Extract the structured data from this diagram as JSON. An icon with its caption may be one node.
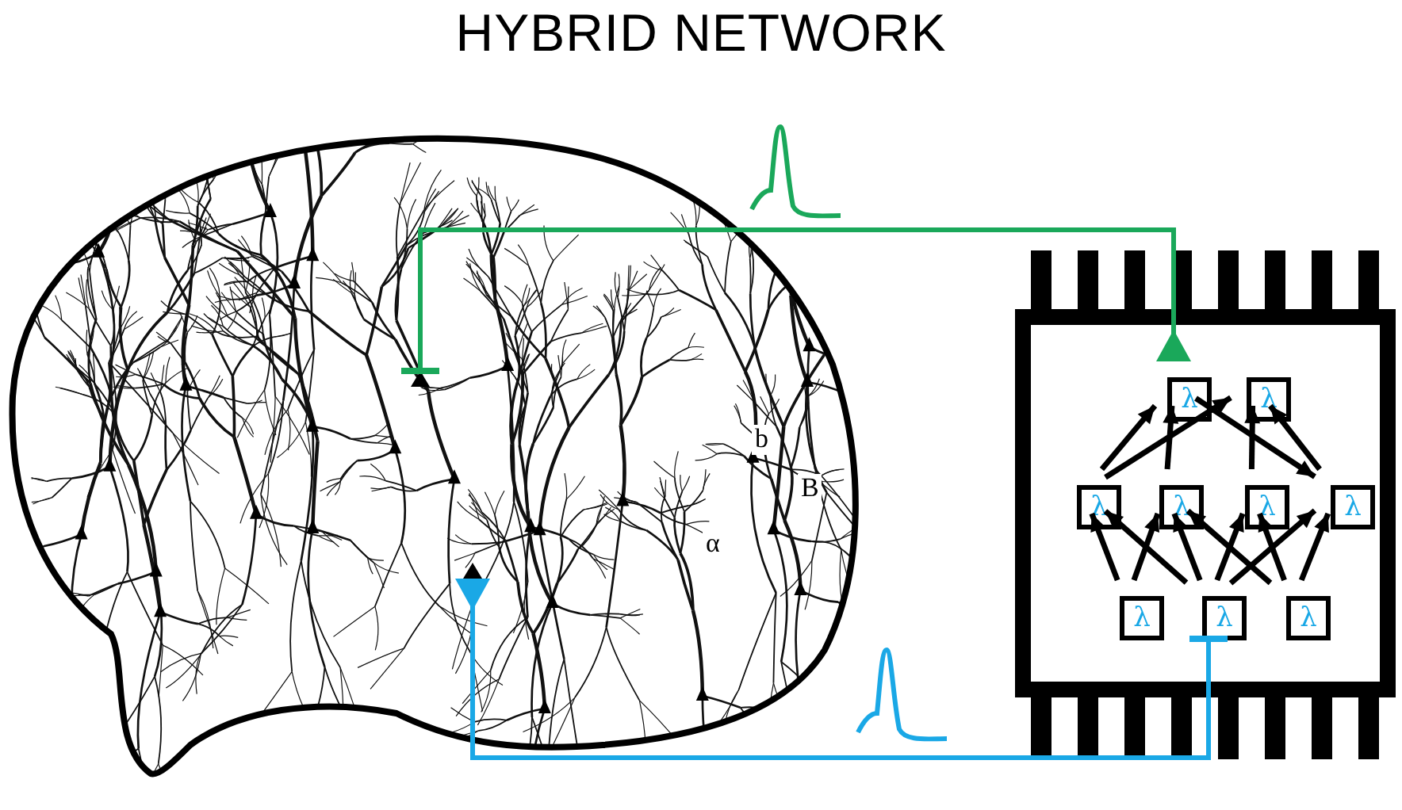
{
  "diagram": {
    "title": "HYBRID NETWORK",
    "nodes": [
      {
        "text": [],
        "shape": "picture"
      },
      {
        "text": [],
        "shape": "box"
      },
      {
        "text": [
          "λ"
        ],
        "in": 1
      },
      {
        "text": [
          "λ"
        ],
        "in": 1
      },
      {
        "text": [
          "λ"
        ],
        "in": 1
      },
      {
        "text": [
          "λ"
        ],
        "in": 1
      },
      {
        "text": [
          "λ"
        ],
        "in": 1
      },
      {
        "text": [
          "λ"
        ],
        "in": 1
      },
      {
        "text": [
          "λ"
        ],
        "in": 1
      },
      {
        "text": [
          "λ"
        ],
        "in": 1
      },
      {
        "text": [
          "λ"
        ],
        "in": 1
      },
      {
        "text": [],
        "shape": "triangle",
        "in": 0
      },
      {
        "text": [],
        "shape": "triangle",
        "in": 0
      }
    ],
    "edges": [
      {
        "from": 11,
        "to": 2,
        "arrow": "other",
        "color": "#1aa85a"
      },
      {
        "from": 9,
        "to": 12,
        "arrow": "other",
        "color": "#1aa8e6"
      },
      {
        "from": 4,
        "to": 2,
        "arrow": "to"
      },
      {
        "from": 4,
        "to": 3,
        "arrow": "to"
      },
      {
        "from": 5,
        "to": 2,
        "arrow": "to"
      },
      {
        "from": 6,
        "to": 3,
        "arrow": "to"
      },
      {
        "from": 7,
        "to": 3,
        "arrow": "to"
      },
      {
        "from": 2,
        "to": 7,
        "arrow": "to"
      },
      {
        "from": 8,
        "to": 4,
        "arrow": "to"
      },
      {
        "from": 8,
        "to": 5,
        "arrow": "to"
      },
      {
        "from": 9,
        "to": 4,
        "arrow": "to"
      },
      {
        "from": 9,
        "to": 5,
        "arrow": "to"
      },
      {
        "from": 9,
        "to": 6,
        "arrow": "to"
      },
      {
        "from": 9,
        "to": 7,
        "arrow": "to"
      },
      {
        "from": 10,
        "to": 5,
        "arrow": "to"
      },
      {
        "from": 10,
        "to": 6,
        "arrow": "to"
      },
      {
        "from": 10,
        "to": 7,
        "arrow": "to"
      }
    ],
    "labels": [
      "b",
      "B",
      "α"
    ]
  }
}
